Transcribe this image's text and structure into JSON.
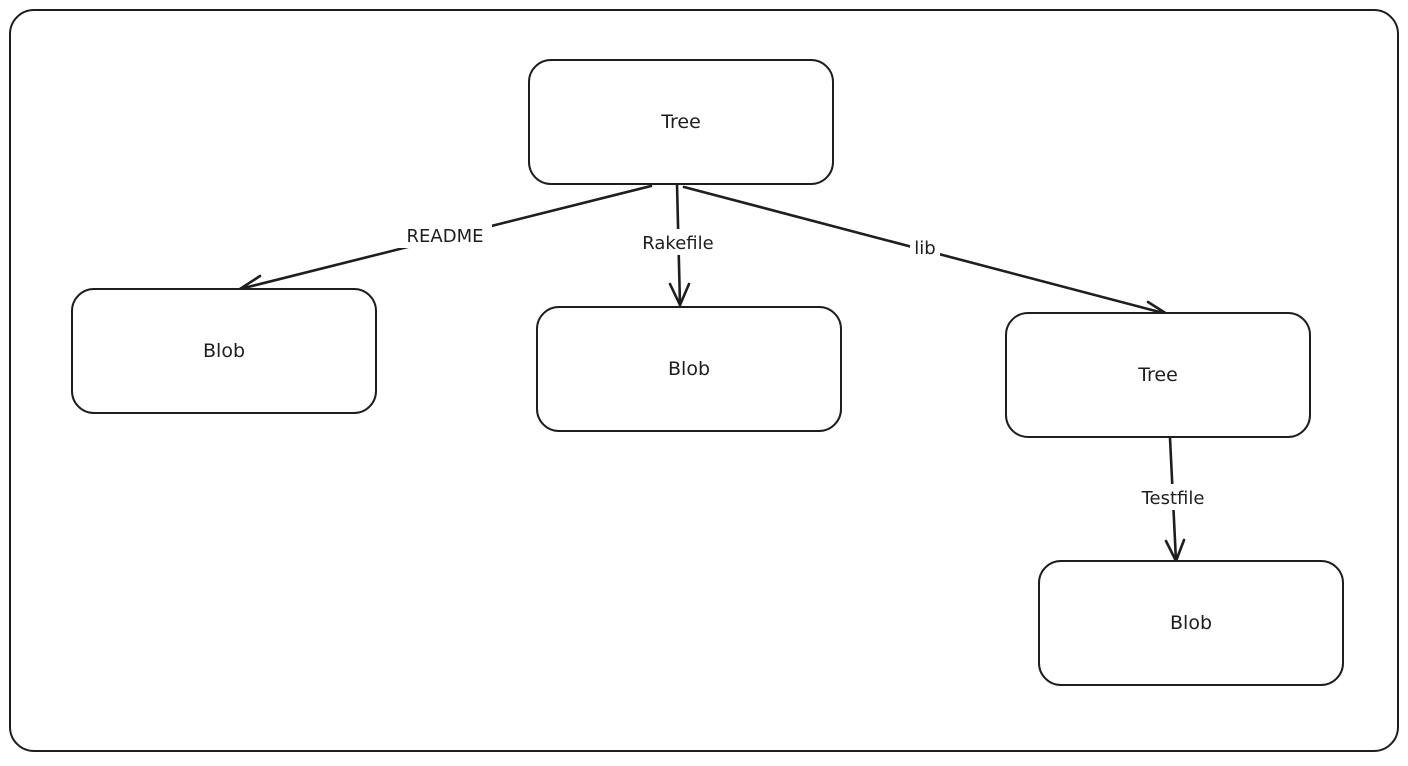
{
  "diagram": {
    "nodes": [
      {
        "id": "tree-root",
        "label": "Tree"
      },
      {
        "id": "blob-readme",
        "label": "Blob"
      },
      {
        "id": "blob-rakefile",
        "label": "Blob"
      },
      {
        "id": "tree-lib",
        "label": "Tree"
      },
      {
        "id": "blob-testfile",
        "label": "Blob"
      }
    ],
    "edges": [
      {
        "from": "tree-root",
        "to": "blob-readme",
        "label": "README"
      },
      {
        "from": "tree-root",
        "to": "blob-rakefile",
        "label": "Rakefile"
      },
      {
        "from": "tree-root",
        "to": "tree-lib",
        "label": "lib"
      },
      {
        "from": "tree-lib",
        "to": "blob-testfile",
        "label": "Testfile"
      }
    ]
  }
}
